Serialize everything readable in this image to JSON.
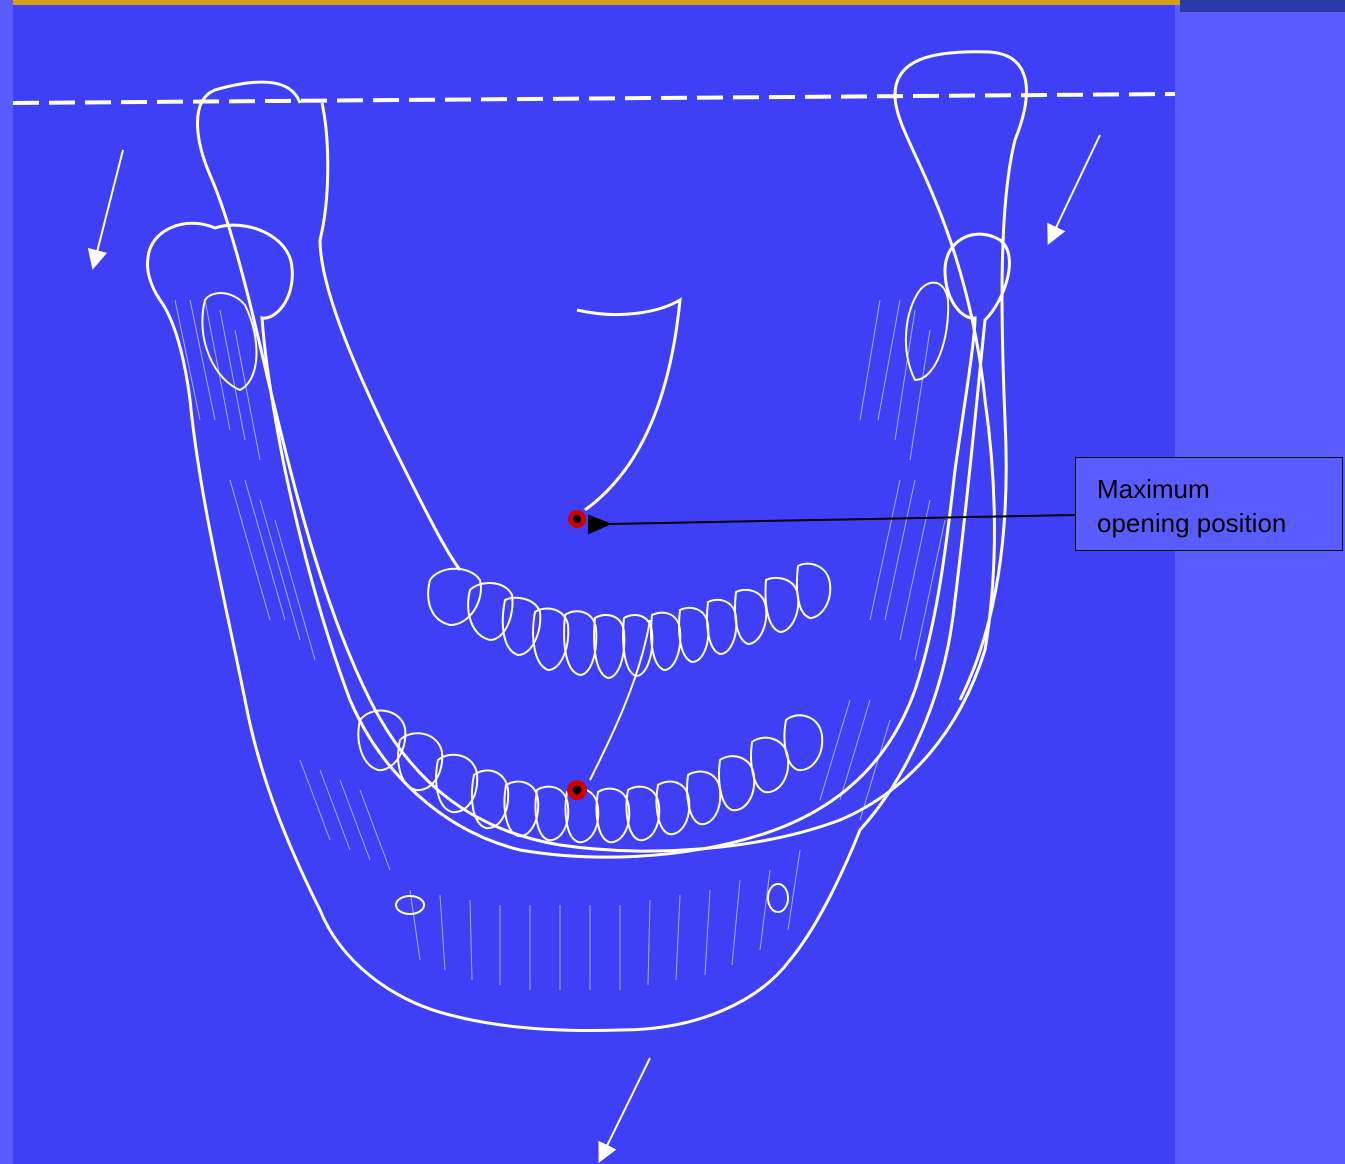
{
  "callout": {
    "label": "Maximum\nopening position"
  },
  "colors": {
    "slide_background": "#5a5cff",
    "drawing_background": "#3f3ff5",
    "line_art": "#ffffff",
    "marker_fill": "#d00000",
    "marker_center": "#000000",
    "top_bar_gold": "#d4a017",
    "top_bar_navy": "#2a3aa8"
  },
  "icons": [
    "mandible-illustration",
    "arrow-down-left-icon",
    "contact-point-marker",
    "leader-arrow"
  ]
}
